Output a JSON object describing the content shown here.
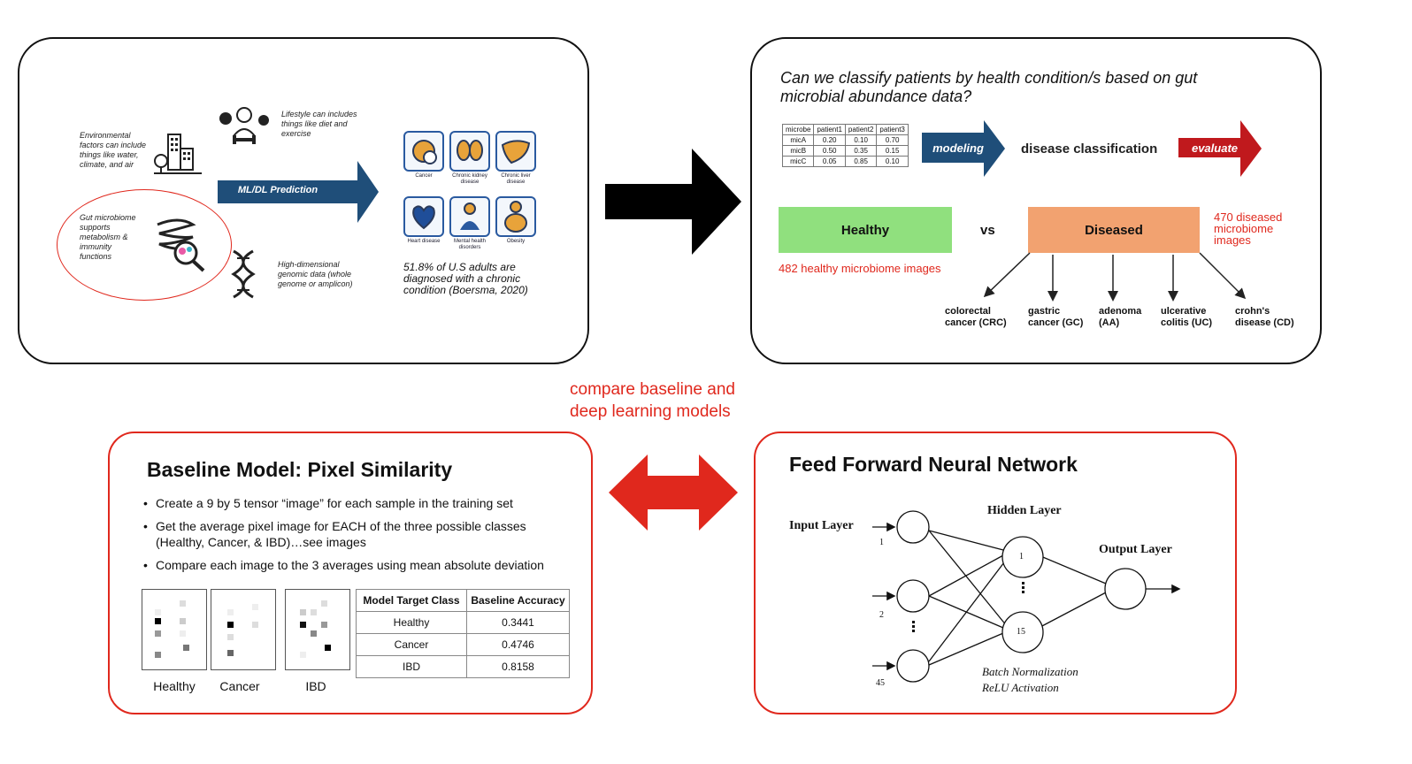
{
  "panel1": {
    "environment_text": "Environmental factors can include things like water, climate, and air",
    "lifestyle_text": "Lifestyle can includes things like diet and exercise",
    "gut_text": "Gut microbiome supports metabolism & immunity functions",
    "genomic_text": "High-dimensional genomic data (whole genome or amplicon)",
    "prediction_label": "ML/DL Prediction",
    "conditions": [
      "Cancer",
      "Chronic kidney disease",
      "Chronic liver disease",
      "Heart disease",
      "Mental health disorders",
      "Obesity"
    ],
    "stat_text": "51.8% of U.S adults are diagnosed with a chronic condition (Boersma, 2020)"
  },
  "panel2": {
    "question": "Can we classify patients by health condition/s based on gut microbial abundance data?",
    "table_header": [
      "microbe",
      "patient1",
      "patient2",
      "patient3"
    ],
    "table_rows": [
      [
        "micA",
        "0.20",
        "0.10",
        "0.70"
      ],
      [
        "micB",
        "0.50",
        "0.35",
        "0.15"
      ],
      [
        "micC",
        "0.05",
        "0.85",
        "0.10"
      ]
    ],
    "modeling_label": "modeling",
    "classification_label": "disease classification",
    "evaluate_label": "evaluate",
    "healthy_label": "Healthy",
    "vs_label": "vs",
    "diseased_label": "Diseased",
    "healthy_count": "482 healthy microbiome images",
    "diseased_count": "470 diseased microbiome images",
    "diseases": [
      "colorectal cancer (CRC)",
      "gastric cancer (GC)",
      "adenoma (AA)",
      "ulcerative colitis (UC)",
      "crohn's disease (CD)"
    ],
    "colors": {
      "healthy": "#90e07e",
      "diseased": "#f2a270",
      "modeling": "#1f4e79",
      "evaluate": "#c0191d"
    }
  },
  "compare_text": "compare baseline and deep learning models",
  "baseline": {
    "title": "Baseline Model: Pixel Similarity",
    "bullets": [
      "Create a 9 by 5 tensor “image” for each sample in the training set",
      "Get the average pixel image for EACH of the three possible classes (Healthy, Cancer, & IBD)…see images",
      "Compare each image to the 3 averages using mean absolute deviation"
    ],
    "image_labels": [
      "Healthy",
      "Cancer",
      "IBD"
    ],
    "table_header": [
      "Model Target Class",
      "Baseline Accuracy"
    ],
    "table_rows": [
      [
        "Healthy",
        "0.3441"
      ],
      [
        "Cancer",
        "0.4746"
      ],
      [
        "IBD",
        "0.8158"
      ]
    ]
  },
  "ffnn": {
    "title": "Feed Forward Neural Network",
    "input_layer": "Input Layer",
    "hidden_layer": "Hidden Layer",
    "output_layer": "Output Layer",
    "input_nums": [
      "1",
      "2",
      "45"
    ],
    "hidden_nums": [
      "1",
      "15"
    ],
    "notes": [
      "Batch Normalization",
      "ReLU Activation"
    ]
  },
  "icons": [
    "buildings-icon",
    "lifestyle-icon",
    "gut-microbiome-icon",
    "dna-icon",
    "arrow-right-icon",
    "double-arrow-icon"
  ]
}
